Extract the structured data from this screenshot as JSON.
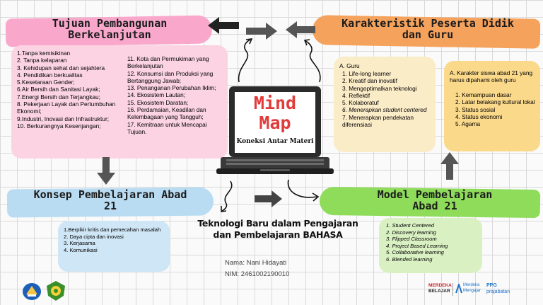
{
  "title": {
    "line1": "Mind",
    "line2": "Map",
    "sub": "Koneksi Antar Materi"
  },
  "tujuan": {
    "heading_line1": "Tujuan Pembangunan",
    "heading_line2": "Berkelanjutan",
    "color": "#f9a8cc",
    "col1": [
      "1.Tanpa kemisikinan",
      "2. Tanpa kelaparan",
      "3. Kehidupan sehat dan sejahtera",
      "4. Pendidikan berkualitas",
      "5.Kesetaraan Gender;",
      "6.Air Bersih dan Sanitasi Layak;",
      "7.Energi Bersih dan Terjangkau;",
      "8. Pekerjaan Layak dan Pertumbuhan Ekonomi;",
      "9.Industri, Inovasi dan Infrastruktur;",
      "10.   Berkurangnya Kesenjangan;"
    ],
    "col2": [
      "11. Kota dan Permukiman yang Berkelanjutan",
      "12. Konsumsi dan Produksi yang Bertanggung Jawab;",
      "13. Penanganan Perubahan Iklim;",
      "14. Ekosistem Lautan;",
      "15. Ekosistem Daratan;",
      "16. Perdamaian, Keadilan dan Kelembagaan yang Tangguh;",
      "17. Kemitraan untuk Mencapai Tujuan."
    ]
  },
  "karakteristik": {
    "heading_line1": "Karakteristik Peserta Didik",
    "heading_line2": "dan Guru",
    "color": "#f5a25c",
    "guru": {
      "label": "A. Guru",
      "items": [
        "1.  Life-long learner",
        "2.  Kreatif dan inovatif",
        "3.  Mengoptimalkan teknologi",
        "4.  Reflektif",
        "5.  Kolaboratuf",
        "6.  Menerapkan student centered",
        "7.  Menerapkan pendekatan diferensiasi"
      ]
    },
    "siswa": {
      "label": "A. Karakter siswa abad 21 yang harus dipahami oleh guru",
      "items": [
        "1.  Kemampuan dasar",
        "2.  Latar belakang kultural lokal",
        "3.  Status sosial",
        "4.  Status ekonomi",
        "5.  Agama"
      ]
    }
  },
  "konsep": {
    "heading_line1": "Konsep Pembelajaran Abad",
    "heading_line2": "21",
    "color": "#b9dcf2",
    "items": [
      "1.Berpikir kritis dan pemecahan masalah",
      "2.  Daya cipta dan inovasi",
      "3.  Kerjasama",
      "4.  Komunikasi"
    ]
  },
  "model": {
    "heading_line1": "Model Pembelajaran",
    "heading_line2": "Abad 21",
    "color": "#8edc5a",
    "items": [
      "1.  Student Centered",
      "2.  Discovery learning",
      "3.  Flipped Classroom",
      "4.  Project Based Learning",
      "5.  Collaborative learning",
      "6.  Blended learning"
    ]
  },
  "center": {
    "line1": "Teknologi Baru dalam Pengajaran",
    "line2": "dan Pembelajaran BAHASA",
    "nama": "Nama: Nani Hidayati",
    "nim": "NIM: 2461002190010"
  },
  "logos": {
    "merdeka1": "MERDEKA",
    "merdeka2": "BELAJAR",
    "kampus1": "Merdeka",
    "kampus2": "Mengajar",
    "ppg1": "PPG",
    "ppg2": "prajabatan"
  }
}
